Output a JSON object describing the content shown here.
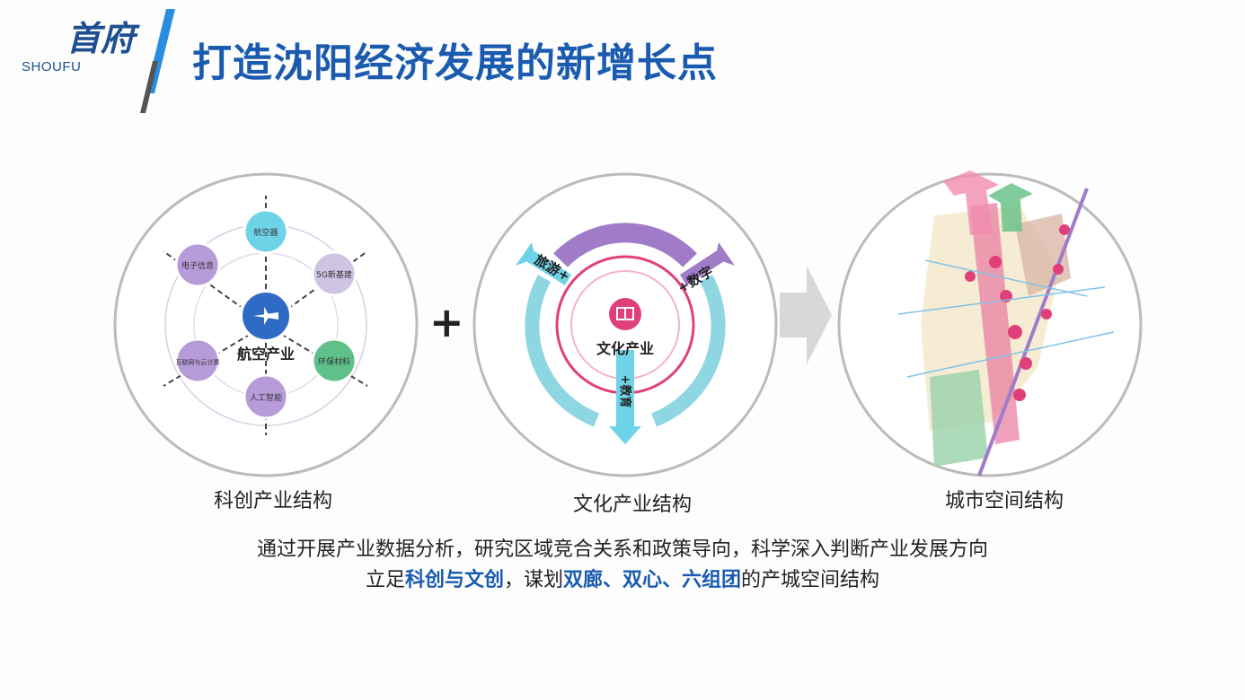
{
  "brand": {
    "en": "SHOUFU",
    "cn": "首府"
  },
  "title": "打造沈阳经济发展的新增长点",
  "panels": {
    "tech": {
      "center": "航空产业",
      "nodes": [
        "航空器",
        "5G新基建",
        "环保材料",
        "人工智能",
        "互联网与云计算",
        "电子信息"
      ],
      "caption": "科创产业结构"
    },
    "culture": {
      "center": "文化产业",
      "arms": [
        "旅游+",
        "+数字",
        "+教育"
      ],
      "caption": "文化产业结构"
    },
    "city": {
      "caption": "城市空间结构"
    }
  },
  "operator": "+",
  "summary": {
    "line1": "通过开展产业数据分析，研究区域竞合关系和政策导向，科学深入判断产业发展方向",
    "line2_prefix": "立足",
    "line2_hl1": "科创与文创",
    "line2_mid": "，谋划",
    "line2_hl2": "双廊、双心、六组团",
    "line2_suffix": "的产城空间结构"
  },
  "colors": {
    "accent": "#1a5bb0",
    "pink": "#e0407a",
    "cyan": "#6fd3e8",
    "purple": "#a07cc8",
    "green": "#5fc08a"
  }
}
